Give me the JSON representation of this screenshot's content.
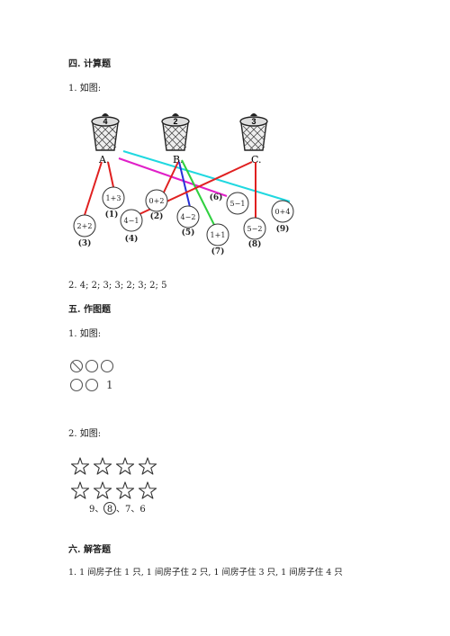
{
  "section4": {
    "heading": "四. 计算题",
    "q1_label": "1. 如图:",
    "baskets": [
      {
        "number": "4",
        "letter": "A."
      },
      {
        "number": "2",
        "letter": "B."
      },
      {
        "number": "3",
        "letter": "C."
      }
    ],
    "circles": [
      {
        "expr": "2+2",
        "index": "(3)"
      },
      {
        "expr": "1+3",
        "index": "(1)"
      },
      {
        "expr": "4−1",
        "index": "(4)"
      },
      {
        "expr": "0+2",
        "index": "(2)"
      },
      {
        "expr": "4−2",
        "index": "(5)"
      },
      {
        "expr": "1+1",
        "index": "(7)"
      },
      {
        "expr": "5−1",
        "index": "(6)"
      },
      {
        "expr": "5−2",
        "index": "(8)"
      },
      {
        "expr": "0+4",
        "index": "(9)"
      }
    ],
    "line_colors": {
      "red": "#e02020",
      "magenta": "#e020c8",
      "cyan": "#20d8e0",
      "blue": "#2830d8",
      "green": "#30d040"
    },
    "answer": "2. 4; 2; 3; 3; 2; 3; 2; 5"
  },
  "section5": {
    "heading": "五. 作图题",
    "q1_label": "1. 如图:",
    "q1_number": "1",
    "q2_label": "2. 如图:",
    "q2_caption_pre": "9、",
    "q2_circled": "8",
    "q2_caption_post": "、7、6"
  },
  "section6": {
    "heading": "六. 解答题",
    "answer": "1. 1 间房子住 1 只, 1 间房子住 2 只, 1 间房子住 3 只, 1 间房子住 4 只"
  }
}
